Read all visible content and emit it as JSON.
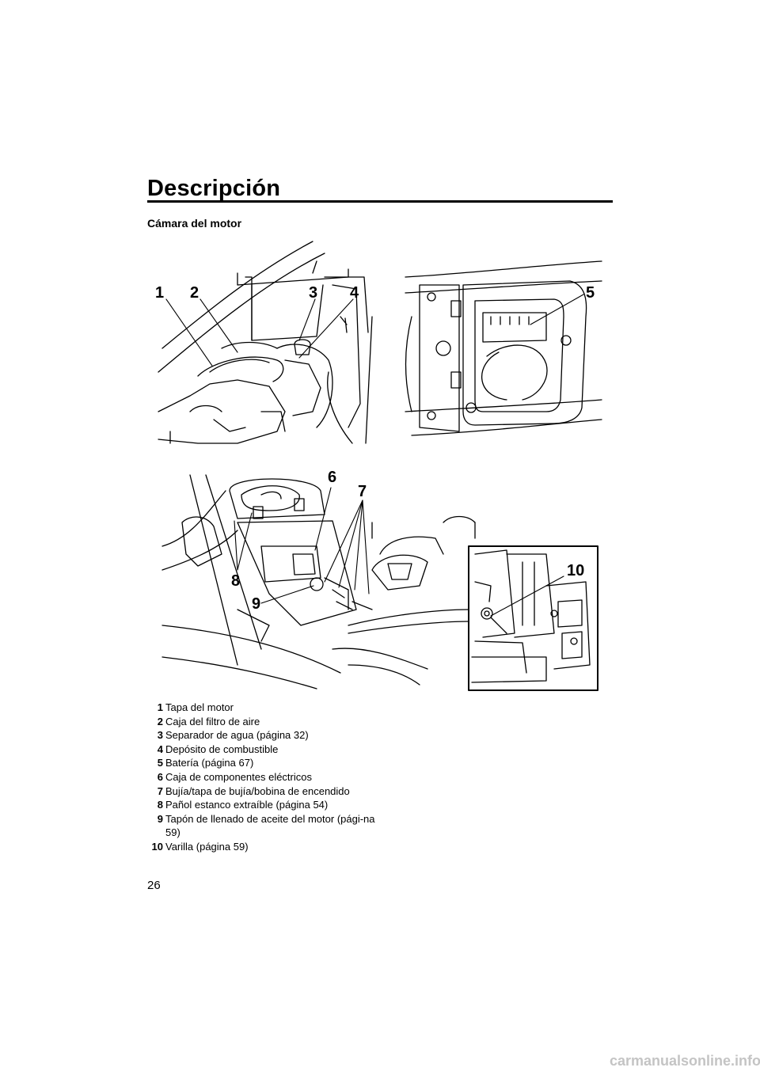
{
  "header": {
    "title": "Descripción"
  },
  "section": {
    "heading": "Cámara del motor"
  },
  "callouts": {
    "c1": "1",
    "c2": "2",
    "c3": "3",
    "c4": "4",
    "c5": "5",
    "c6": "6",
    "c7": "7",
    "c8": "8",
    "c9": "9",
    "c10": "10"
  },
  "legend": [
    {
      "num": "1",
      "text": "Tapa del motor"
    },
    {
      "num": "2",
      "text": "Caja del filtro de aire"
    },
    {
      "num": "3",
      "text": "Separador de agua (página 32)"
    },
    {
      "num": "4",
      "text": "Depósito de combustible"
    },
    {
      "num": "5",
      "text": "Batería (página 67)"
    },
    {
      "num": "6",
      "text": "Caja de componentes eléctricos"
    },
    {
      "num": "7",
      "text": "Bujía/tapa de bujía/bobina de encendido"
    },
    {
      "num": "8",
      "text": "Pañol estanco extraíble (página 54)"
    },
    {
      "num": "9",
      "text": "Tapón de llenado de aceite del motor (pági-na 59)"
    },
    {
      "num": "10",
      "text": "Varilla (página 59)"
    }
  ],
  "footer": {
    "page_number": "26",
    "watermark": "carmanualsonline.info"
  }
}
